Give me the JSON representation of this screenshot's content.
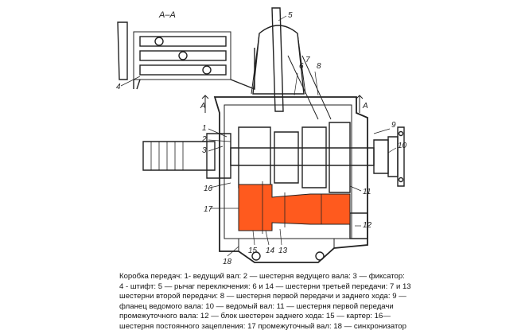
{
  "diagram": {
    "section_title": "А–А",
    "section_marker": "А",
    "callouts": [
      "1",
      "2",
      "3",
      "4",
      "5",
      "6",
      "7",
      "8",
      "9",
      "10",
      "11",
      "12",
      "13",
      "14",
      "15",
      "16",
      "17",
      "18"
    ],
    "highlight_color": "#ff5a1e",
    "line_color": "#222222"
  },
  "caption": {
    "lines": [
      "Коробка передач: 1- ведущий вал: 2 — шестерня ведущего вала: 3 — фиксатор:",
      "4 - штифт: 5 — рычаг переключения: 6 и 14 — шестерни третьей передачи: 7 и 13",
      "шестерни второй передачи: 8 — шестерня первой передачи и заднего хода: 9 —",
      "фланец ведомого вала: 10 — ведомый вал: 11 — шестерня первой передачи",
      "промежуточного вала: 12 — блок шестерен заднего хода: 15 — картер: 16—",
      "шестерня постоянного зацепления: 17 промежуточный вал: 18 — синхронизатор"
    ]
  }
}
